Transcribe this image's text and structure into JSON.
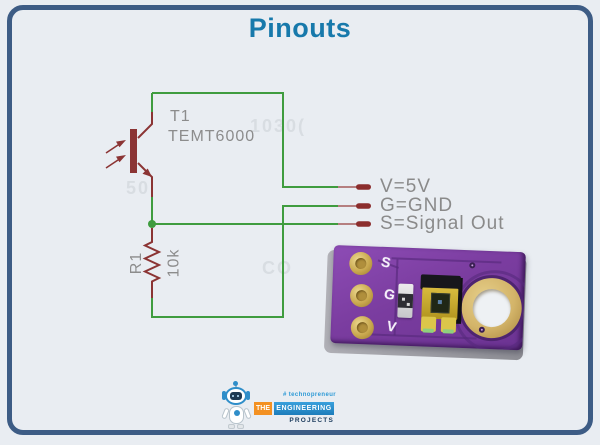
{
  "title": "Pinouts",
  "colors": {
    "background": "#e9edf2",
    "frame_border": "#3d5c85",
    "title_text": "#1779ab",
    "wire_green": "#3f9c3f",
    "symbol_dark_red": "#8b3434",
    "pin_pill_red": "#8b2d2d",
    "schematic_gray_text": "#8c8c8c",
    "pcb_purple": "#7b3da0",
    "pad_gold": "#c9a84e",
    "logo_orange": "#f39122",
    "logo_blue": "#2c93d5"
  },
  "schematic": {
    "transistor": {
      "ref": "T1",
      "value": "TEMT6000"
    },
    "resistor": {
      "ref": "R1",
      "value": "10k"
    },
    "pins": [
      {
        "name": "V",
        "label": "V=5V"
      },
      {
        "name": "G",
        "label": "G=GND"
      },
      {
        "name": "S",
        "label": "S=Signal Out"
      }
    ]
  },
  "board": {
    "pads": [
      {
        "label": "S"
      },
      {
        "label": "G"
      },
      {
        "label": "V"
      }
    ]
  },
  "watermarks": {
    "w1": "1030(",
    "w2": "CO",
    "w3": "50"
  },
  "logo": {
    "tagline": "# technopreneur",
    "the": "THE",
    "engineering": "ENGINEERING",
    "projects": "PROJECTS"
  }
}
